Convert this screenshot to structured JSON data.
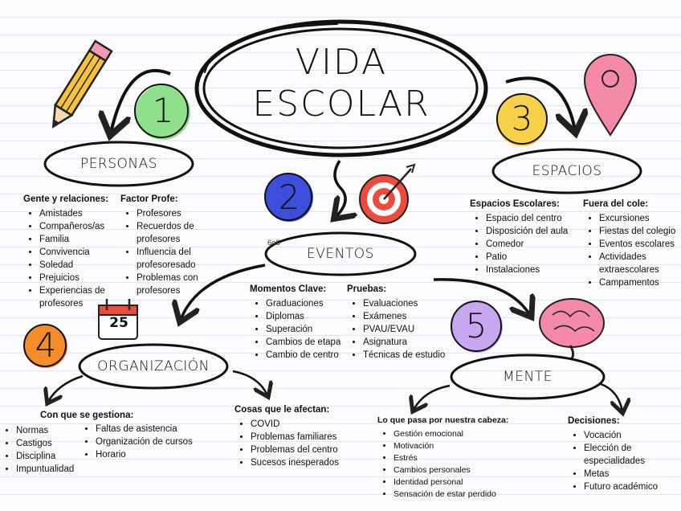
{
  "title": {
    "line1": "VIDA",
    "line2": "ESCOLAR"
  },
  "nodes": {
    "personas": {
      "number": "1",
      "label": "PERSONAS",
      "color": "#8ee08a"
    },
    "eventos": {
      "number": "2",
      "label": "EVENTOS",
      "color": "#3b4fdc"
    },
    "espacios": {
      "number": "3",
      "label": "ESPACIOS",
      "color": "#f7d04a"
    },
    "organizacion": {
      "number": "4",
      "label": "ORGANIZACIÓN",
      "color": "#f48c2a"
    },
    "mente": {
      "number": "5",
      "label": "MENTE",
      "color": "#c7a7f0"
    }
  },
  "calendar_day": "25",
  "stray_text": "6o8",
  "personas": {
    "gente": {
      "heading": "Gente y relaciones:",
      "items": [
        "Amistades",
        "Compañeros/as",
        "Familia",
        "Convivencia",
        "Soledad",
        "Prejuicios",
        "Experiencias de profesores"
      ]
    },
    "profe": {
      "heading": "Factor Profe:",
      "items": [
        "Profesores",
        "Recuerdos de profesores",
        "Influencia del profesoresado",
        "Problemas con profesores"
      ]
    }
  },
  "eventos": {
    "momentos": {
      "heading": "Momentos Clave:",
      "items": [
        "Graduaciones",
        "Diplomas",
        "Superación",
        "Cambios de etapa",
        "Cambio de centro"
      ]
    },
    "pruebas": {
      "heading": "Pruebas:",
      "items": [
        "Evaluaciones",
        "Exámenes",
        "PVAU/EVAU",
        "Asignatura",
        "Técnicas de estudio"
      ]
    }
  },
  "espacios": {
    "escolares": {
      "heading": "Espacios Escolares:",
      "items": [
        "Espacio del centro",
        "Disposición del aula",
        "Comedor",
        "Patio",
        "Instalaciones"
      ]
    },
    "fuera": {
      "heading": "Fuera del cole:",
      "items": [
        "Excursiones",
        "Fiestas del colegio",
        "Eventos escolares",
        "Actividades extraescolares",
        "Campamentos"
      ]
    }
  },
  "organizacion": {
    "gestiona": {
      "heading": "Con que se gestiona:",
      "col1": [
        "Normas",
        "Castigos",
        "Disciplina",
        "Impuntualidad"
      ],
      "col2": [
        "Faltas de asistencia",
        "Organización de cursos",
        "Horario"
      ]
    },
    "afectan": {
      "heading": "Cosas que le afectan:",
      "items": [
        "COVID",
        "Problemas familiares",
        "Problemas del centro",
        "Sucesos inesperados"
      ]
    }
  },
  "mente": {
    "cabeza": {
      "heading": "Lo que pasa por nuestra cabeza:",
      "items": [
        "Gestión emocional",
        "Motivación",
        "Estrés",
        "Cambios personales",
        "Identidad personal",
        "Sensación de estar perdido"
      ]
    },
    "decisiones": {
      "heading": "Decisiones:",
      "items": [
        "Vocación",
        "Elección de especialidades",
        "Metas",
        "Futuro académico"
      ]
    }
  }
}
